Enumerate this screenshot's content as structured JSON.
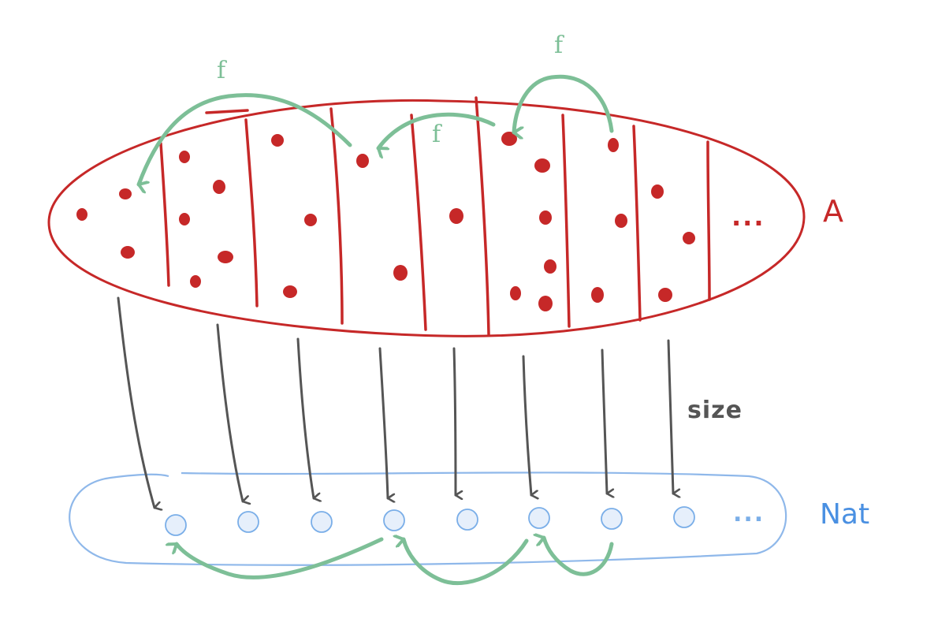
{
  "labels": {
    "set_a": "A",
    "set_nat": "Nat",
    "map_size": "size",
    "map_f": "f",
    "ellipsis": "..."
  },
  "colors": {
    "set_a": "#c62828",
    "set_nat": "#4a90e2",
    "map_size": "#555555",
    "map_f": "#7dbf97",
    "ellipsis_a": "#c62828",
    "ellipsis_nat": "#7aaee8"
  }
}
